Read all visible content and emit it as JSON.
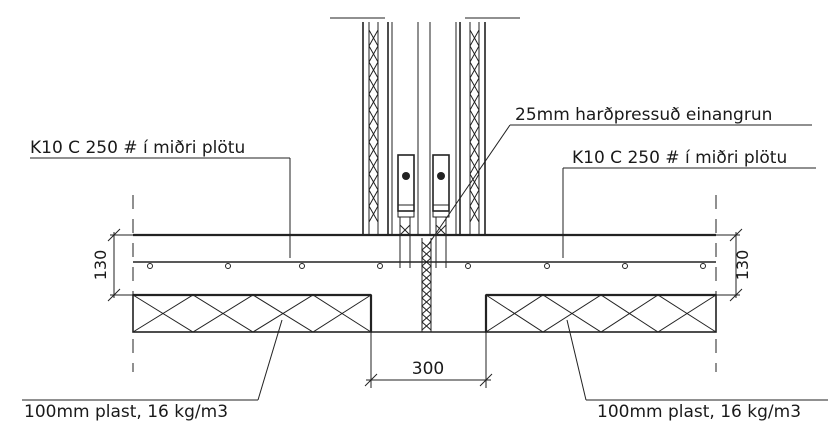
{
  "labels": {
    "rebar_left": "K10 C 250  # í miðri plötu",
    "rebar_right": "K10 C 250  # í miðri plötu",
    "insulation_strip": "25mm harðpressuð einangrun",
    "plastic_left": "100mm plast, 16 kg/m3",
    "plastic_right": "100mm plast, 16 kg/m3"
  },
  "dimensions": {
    "slab_left": "130",
    "slab_right": "130",
    "gap_width": "300"
  },
  "colors": {
    "ink": "#222222",
    "background": "#ffffff"
  }
}
